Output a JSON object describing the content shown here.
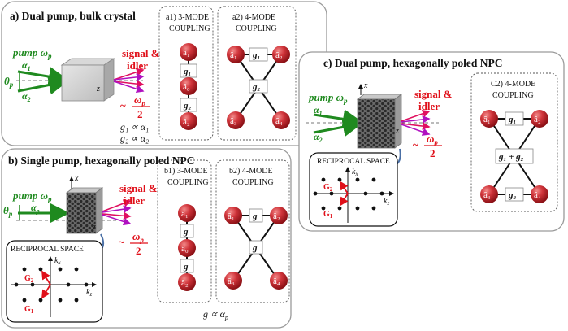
{
  "panel_a": {
    "title": "a) Dual pump, bulk crystal",
    "pump": "pump ω",
    "pump_sub": "p",
    "alpha1": "α",
    "alpha1_sub": "1",
    "alpha2": "α",
    "alpha2_sub": "2",
    "theta": "θ",
    "theta_sub": "p",
    "z": "z",
    "signal": "signal &",
    "idler": "idler",
    "tilde": "~",
    "omega_num": "ω",
    "omega_sub": "p",
    "omega_den": "2",
    "rel1": "g₁ ∝ α₁",
    "rel2": "g₂ ∝ α₂",
    "a1_title_1": "a1) 3-MODE",
    "a1_title_2": "COUPLING",
    "a2_title_1": "a2) 4-MODE",
    "a2_title_2": "COUPLING",
    "g1": "g₁",
    "g2": "g₂"
  },
  "panel_b": {
    "title": "b) Single pump, hexagonally poled NPC",
    "pump": "pump ω",
    "pump_sub": "p",
    "alpha": "α",
    "alpha_sub": "p",
    "theta": "θ",
    "theta_sub": "p",
    "x": "x",
    "z": "z",
    "signal": "signal &",
    "idler": "idler",
    "tilde": "~",
    "omega_num": "ω",
    "omega_sub": "p",
    "omega_den": "2",
    "reciprocal": "RECIPROCAL SPACE",
    "kx": "k",
    "kx_sub": "x",
    "kz": "k",
    "kz_sub": "z",
    "G2": "G",
    "G2_sub": "2",
    "G1": "G",
    "G1_sub": "1",
    "b1_title_1": "b1) 3-MODE",
    "b1_title_2": "COUPLING",
    "b2_title_1": "b2) 4-MODE",
    "b2_title_2": "COUPLING",
    "g": "g",
    "rel": "g ∝ α"
  },
  "panel_c": {
    "title": "c) Dual pump, hexagonally poled NPC",
    "pump": "pump ω",
    "pump_sub": "p",
    "alpha1": "α",
    "alpha1_sub": "1",
    "alpha2": "α",
    "alpha2_sub": "2",
    "x": "x",
    "z": "z",
    "signal": "signal &",
    "idler": "idler",
    "tilde": "~",
    "omega_num": "ω",
    "omega_sub": "p",
    "omega_den": "2",
    "reciprocal": "RECIPROCAL SPACE",
    "kx": "k",
    "kx_sub": "x",
    "kz": "k",
    "kz_sub": "z",
    "G2": "G",
    "G2_sub": "2",
    "G1": "G",
    "G1_sub": "1",
    "c2_title_1": "C2) 4-MODE",
    "c2_title_2": "COUPLING",
    "g1": "g₁",
    "g_sum": "g₁ + g₂",
    "g2": "g₂"
  },
  "modes": {
    "a0": "â₀",
    "a1": "â₁",
    "a2": "â₂",
    "a3": "â₃",
    "a4": "â₄"
  },
  "colors": {
    "pump": "#1f8a1f",
    "signal_label": "#e0101a",
    "beam_red": "#e01060",
    "beam_magenta": "#b010c0",
    "mode_ball": "#c0282a",
    "panel_border": "#9a9a9a",
    "arrow_blue": "#4a6fa5"
  }
}
